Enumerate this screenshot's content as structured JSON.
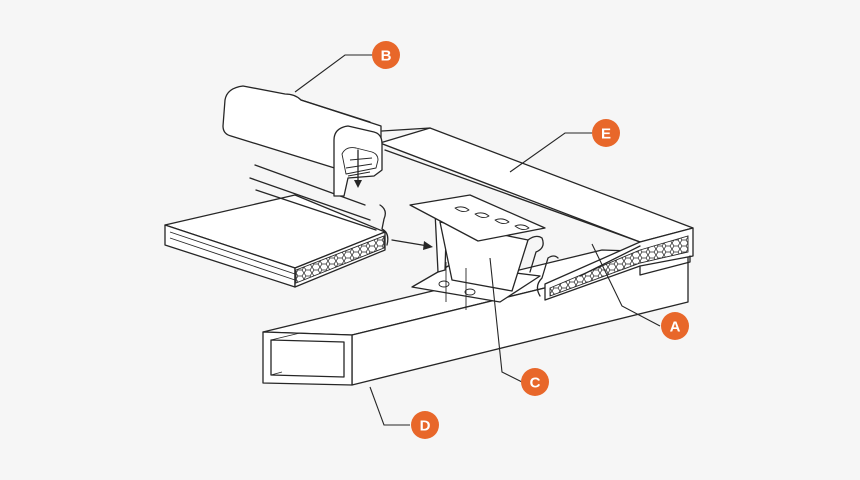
{
  "callouts": [
    {
      "label": "A",
      "color": "#e8672a"
    },
    {
      "label": "B",
      "color": "#e8672a"
    },
    {
      "label": "C",
      "color": "#e8672a"
    },
    {
      "label": "D",
      "color": "#e8672a"
    },
    {
      "label": "E",
      "color": "#e8672a"
    }
  ],
  "components": [
    {
      "callout": "A",
      "icon": "insulated-sandwich-panel"
    },
    {
      "callout": "B",
      "icon": "snap-cap-profile"
    },
    {
      "callout": "C",
      "icon": "panel-support-bracket"
    },
    {
      "callout": "D",
      "icon": "rectangular-hollow-section-beam"
    },
    {
      "callout": "E",
      "icon": "panel-top-sheet"
    }
  ],
  "colors": {
    "background": "#f6f6f6",
    "line": "#262626",
    "accent": "#e8672a",
    "core_fill": "#ffffff"
  }
}
